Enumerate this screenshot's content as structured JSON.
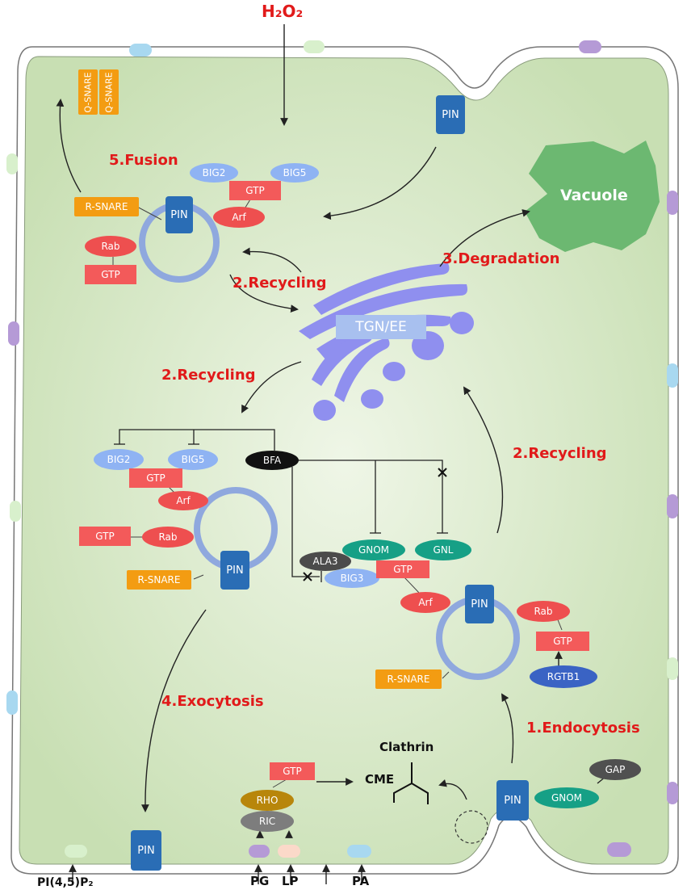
{
  "title_label": "H₂O₂",
  "vacuole": "Vacuole",
  "tgn": "TGN/EE",
  "steps": {
    "fusion": "5.Fusion",
    "recycling_top": "2.Recycling",
    "recycling_left": "2.Recycling",
    "recycling_right": "2.Recycling",
    "degradation": "3.Degradation",
    "exocytosis": "4.Exocytosis",
    "endocytosis": "1.Endocytosis"
  },
  "proteins": {
    "q_snare": "Q-SNARE",
    "r_snare": "R-SNARE",
    "pin": "PIN",
    "big2": "BIG2",
    "big5": "BIG5",
    "big3": "BIG3",
    "gtp": "GTP",
    "arf": "Arf",
    "rab": "Rab",
    "bfa": "BFA",
    "gnom": "GNOM",
    "gnl": "GNL",
    "ala3": "ALA3",
    "rgtb1": "RGTB1",
    "gap": "GAP",
    "rho": "RHO",
    "ric": "RIC"
  },
  "clathrin": "Clathrin",
  "cme": "CME",
  "lipids": {
    "pip2": "PI(4,5)P₂",
    "pg": "PG",
    "lp": "LP",
    "pa": "PA"
  },
  "colors": {
    "cytoplasm": "#cde2b9",
    "vacuole": "#6cb871",
    "tgn": "#8f8fef",
    "vesicle_ring": "#8fa8de",
    "big": "#8fb3f3",
    "gtp": "#f35a5a",
    "arf_rab": "#ee4f4f",
    "snare": "#f39c12",
    "pin": "#2a6db5",
    "gnom": "#16a086",
    "bfa": "#111111",
    "ala3": "#4b4b4b",
    "rgtb1": "#3a63c4",
    "gap": "#505050",
    "rho": "#b8860b",
    "ric": "#7d7d7d",
    "step_text": "#e11a1a"
  }
}
